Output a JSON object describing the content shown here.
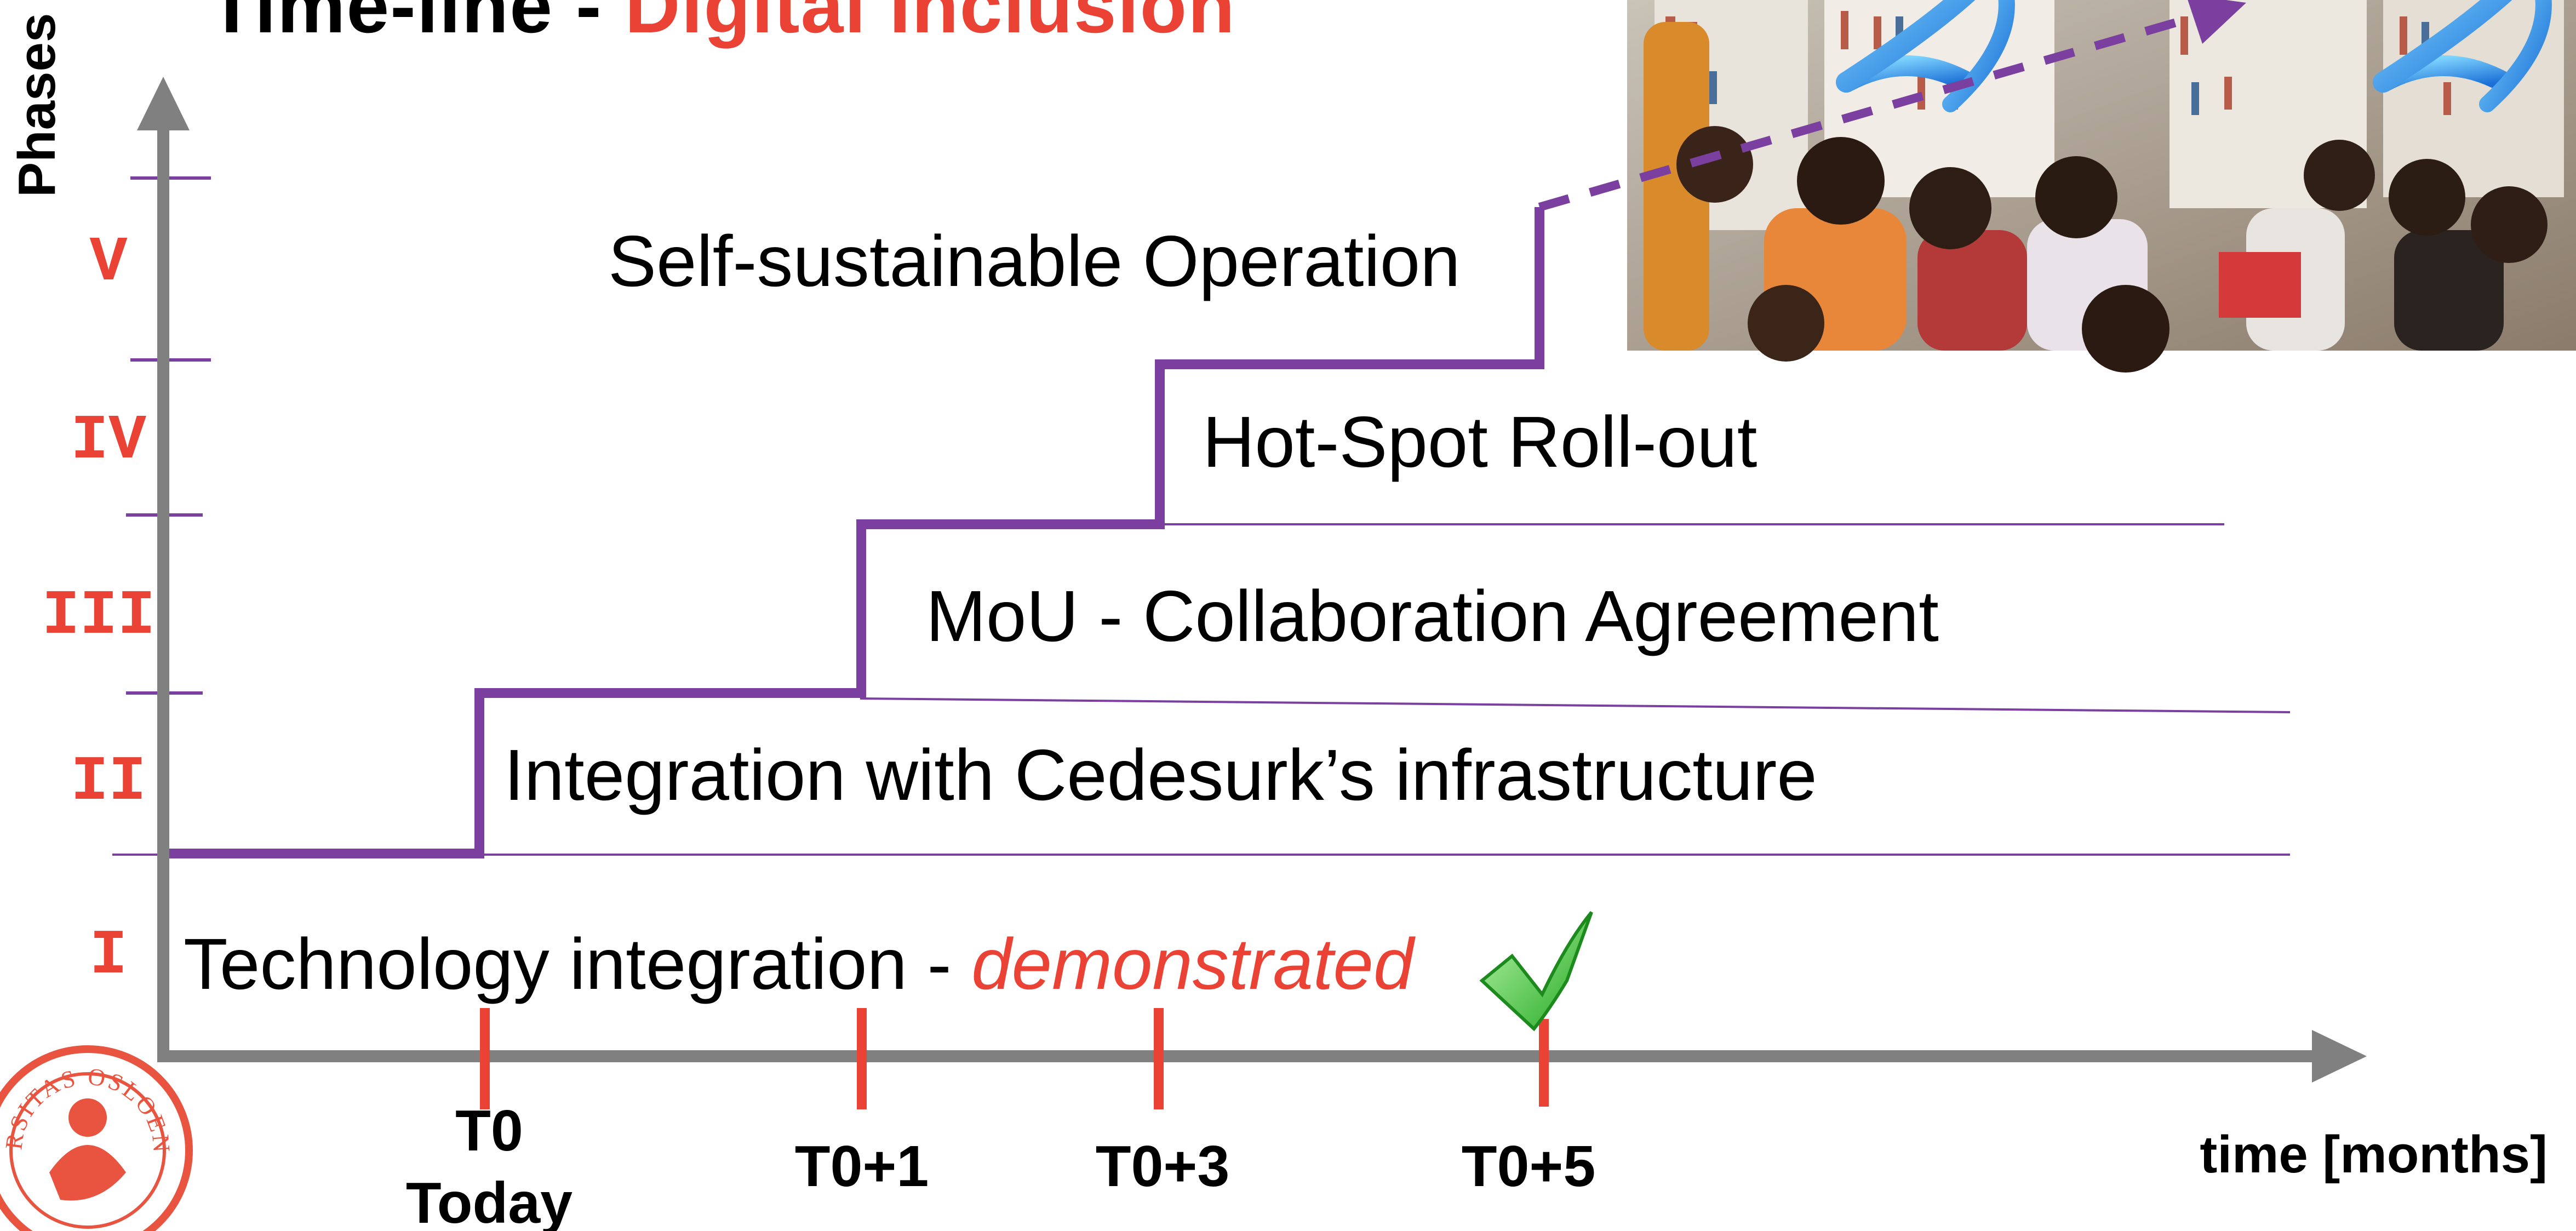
{
  "title": {
    "main": "Time-line",
    "highlight": "Digital Inclusion"
  },
  "axes": {
    "y_label": "Phases",
    "x_label": "time [months]"
  },
  "phases": [
    "I",
    "II",
    "III",
    "IV",
    "V"
  ],
  "stages": {
    "tech": {
      "text": "Technology integration - ",
      "highlight": "demonstrated"
    },
    "integration": "Integration with Cedesurk’s infrastructure",
    "mou": "MoU - Collaboration Agreement",
    "hotspot": "Hot-Spot Roll-out",
    "self": "Self-sustainable Operation"
  },
  "time_ticks": [
    {
      "label": "T0",
      "sub": "Today"
    },
    {
      "label": "T0+1"
    },
    {
      "label": "T0+3"
    },
    {
      "label": "T0+5"
    }
  ],
  "colors": {
    "accent": "#ea4335",
    "step": "#7b3fa0",
    "axis": "#808080",
    "check": "#3cc43c"
  },
  "icons": {
    "check": "checkmark-icon",
    "seal": "university-seal-icon",
    "wifi": "wifi-signal-icon"
  }
}
